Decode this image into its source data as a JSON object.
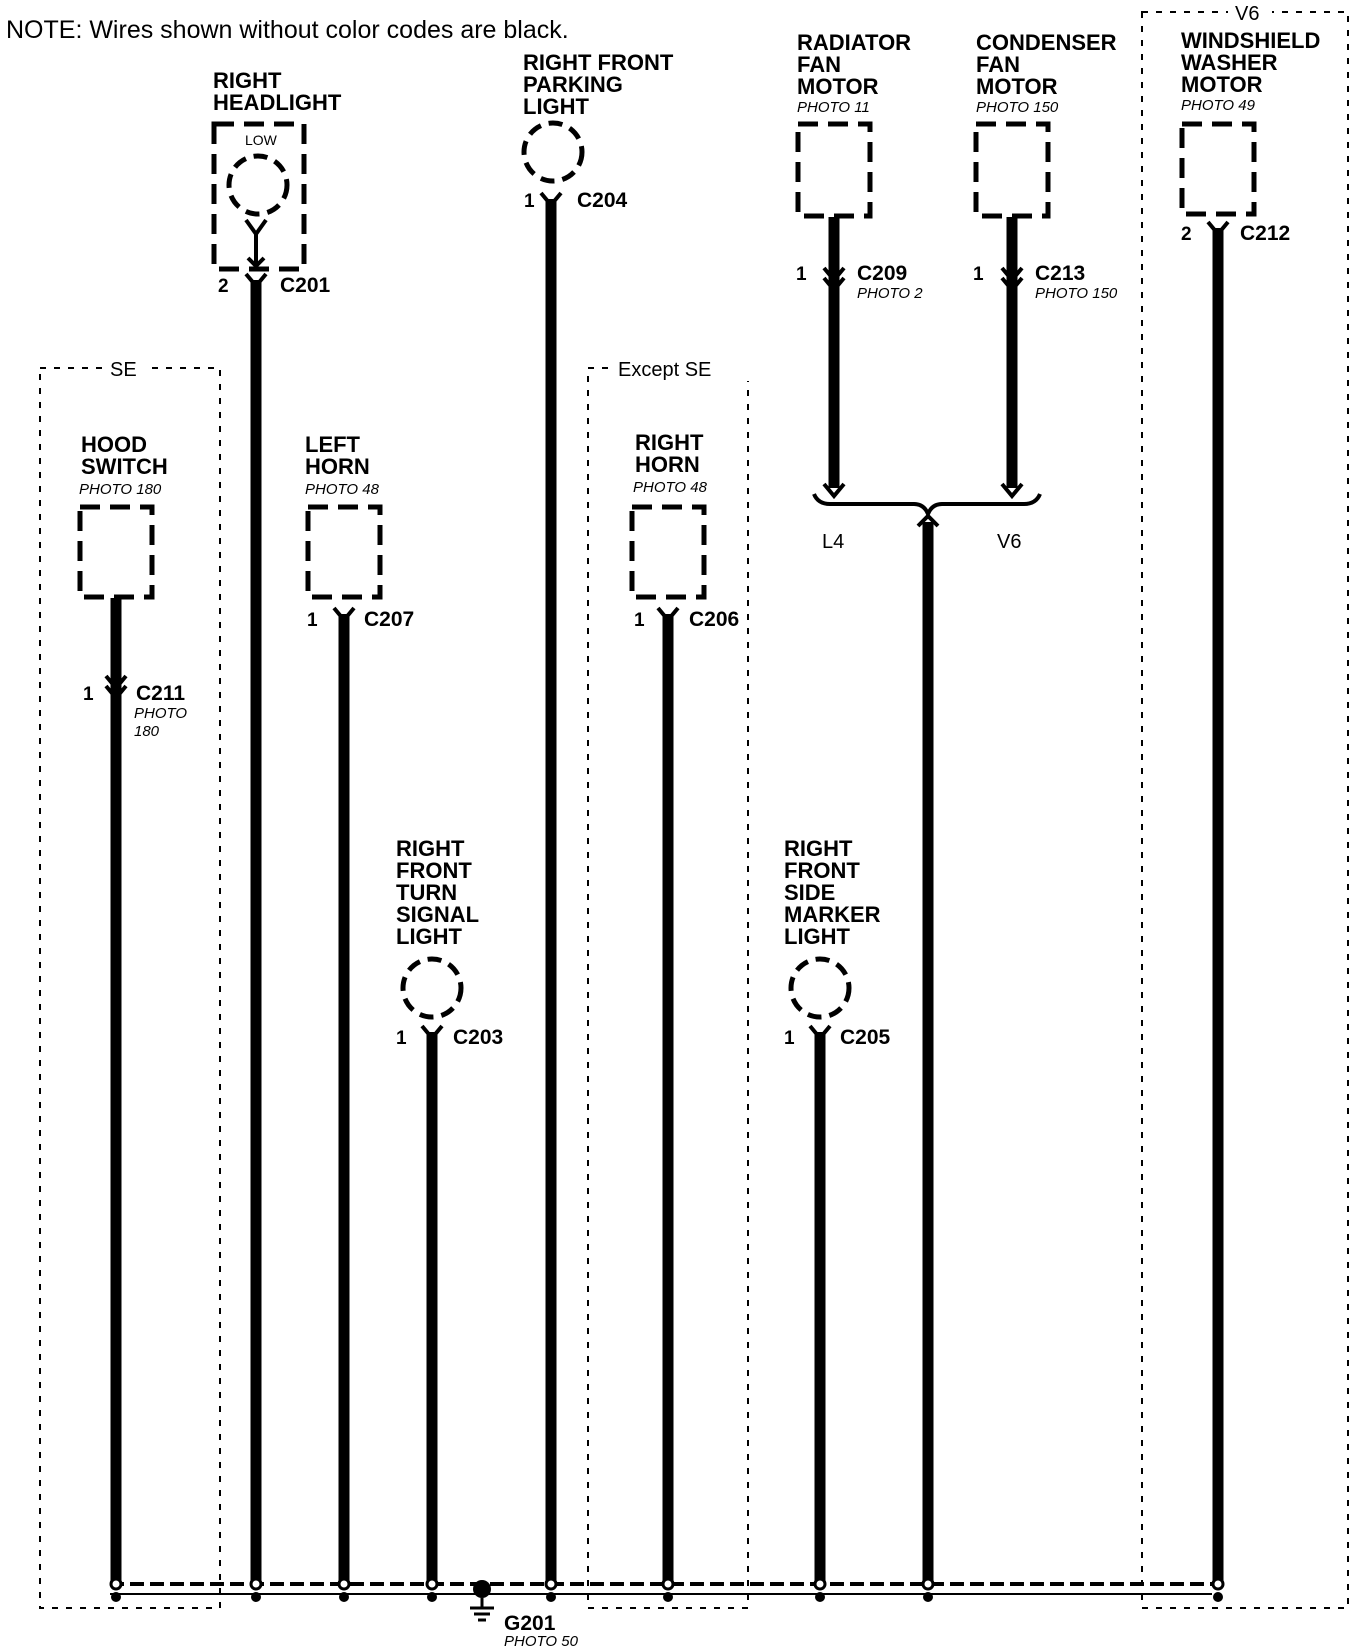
{
  "note": "NOTE: Wires shown without color codes are black.",
  "zones": {
    "se": "SE",
    "except_se": "Except SE",
    "v6": "V6"
  },
  "components": {
    "right_headlight": {
      "line1": "RIGHT",
      "line2": "HEADLIGHT",
      "low": "LOW",
      "pin": "2",
      "connector": "C201"
    },
    "right_front_parking_light": {
      "line1": "RIGHT FRONT",
      "line2": "PARKING",
      "line3": "LIGHT",
      "pin": "1",
      "connector": "C204"
    },
    "radiator_fan_motor": {
      "line1": "RADIATOR",
      "line2": "FAN",
      "line3": "MOTOR",
      "photo": "PHOTO 11",
      "pin": "1",
      "connector": "C209",
      "connector_photo": "PHOTO 2"
    },
    "condenser_fan_motor": {
      "line1": "CONDENSER",
      "line2": "FAN",
      "line3": "MOTOR",
      "photo": "PHOTO 150",
      "pin": "1",
      "connector": "C213",
      "connector_photo": "PHOTO 150"
    },
    "windshield_washer_motor": {
      "line1": "WINDSHIELD",
      "line2": "WASHER",
      "line3": "MOTOR",
      "photo": "PHOTO 49",
      "pin": "2",
      "connector": "C212"
    },
    "hood_switch": {
      "line1": "HOOD",
      "line2": "SWITCH",
      "photo": "PHOTO 180",
      "pin": "1",
      "connector": "C211",
      "connector_photo_1": "PHOTO",
      "connector_photo_2": "180"
    },
    "left_horn": {
      "line1": "LEFT",
      "line2": "HORN",
      "photo": "PHOTO 48",
      "pin": "1",
      "connector": "C207"
    },
    "right_horn": {
      "line1": "RIGHT",
      "line2": "HORN",
      "photo": "PHOTO 48",
      "pin": "1",
      "connector": "C206"
    },
    "right_front_turn_signal_light": {
      "line1": "RIGHT",
      "line2": "FRONT",
      "line3": "TURN",
      "line4": "SIGNAL",
      "line5": "LIGHT",
      "pin": "1",
      "connector": "C203"
    },
    "right_front_side_marker_light": {
      "line1": "RIGHT",
      "line2": "FRONT",
      "line3": "SIDE",
      "line4": "MARKER",
      "line5": "LIGHT",
      "pin": "1",
      "connector": "C205"
    }
  },
  "splice": {
    "left": "L4",
    "right": "V6"
  },
  "ground": {
    "name": "G201",
    "photo": "PHOTO 50"
  }
}
